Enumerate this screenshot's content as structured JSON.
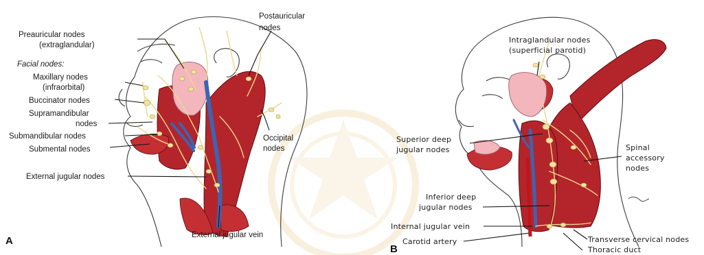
{
  "panels": {
    "a": {
      "letter": "A",
      "labels": {
        "preauricular_1": "Preauricular nodes",
        "preauricular_2": "(extraglandular)",
        "postauricular_1": "Postauricular",
        "postauricular_2": "nodes",
        "facial_heading": "Facial nodes:",
        "maxillary_1": "Maxillary nodes",
        "maxillary_2": "(infraorbital)",
        "buccinator": "Buccinator nodes",
        "supramandibular_1": "Supramandibular",
        "supramandibular_2": "nodes",
        "submandibular": "Submandibular nodes",
        "submental": "Submental nodes",
        "external_jugular_nodes": "External jugular nodes",
        "occipital_1": "Occipital",
        "occipital_2": "nodes",
        "external_jugular_vein": "External jugular vein"
      }
    },
    "b": {
      "letter": "B",
      "labels": {
        "intraglandular_1": "Intraglandular nodes",
        "intraglandular_2": "(superficial parotid)",
        "superior_deep_1": "Superior deep",
        "superior_deep_2": "jugular nodes",
        "spinal_1": "Spinal",
        "spinal_2": "accessory",
        "spinal_3": "nodes",
        "inferior_deep_1": "Inferior deep",
        "inferior_deep_2": "jugular nodes",
        "internal_jugular_vein": "Internal jugular vein",
        "carotid_artery": "Carotid artery",
        "transverse_cervical": "Transverse cervical nodes",
        "thoracic_duct": "Thoracic duct"
      }
    }
  },
  "colors": {
    "muscle": "#b3252a",
    "vein": "#3d63b3",
    "lymphatics": "#e9d88f",
    "gland": "#f4b6bd",
    "watermark": "#f3e2c2"
  },
  "watermark": "university-seal"
}
